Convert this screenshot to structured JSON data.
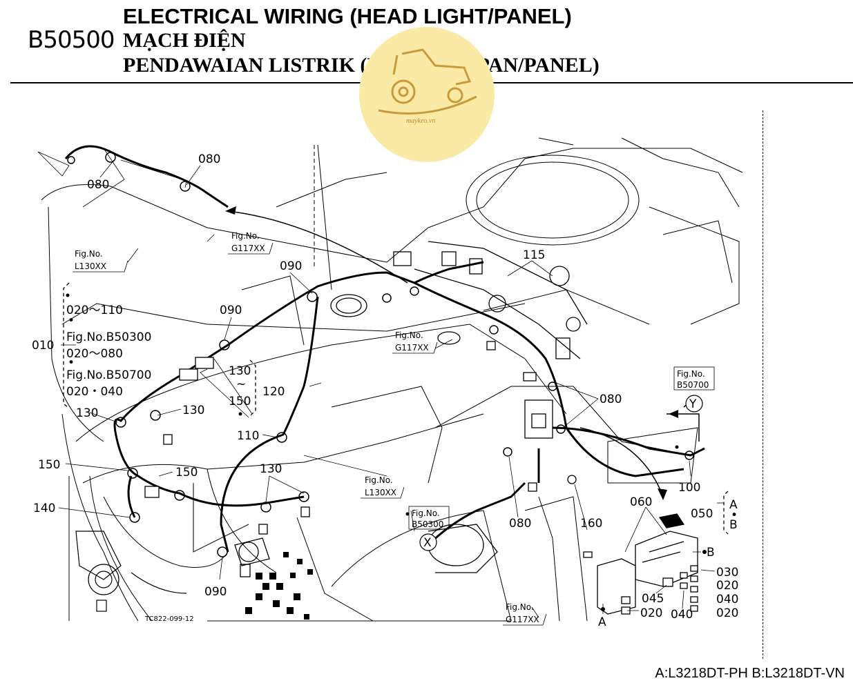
{
  "header": {
    "code": "B50500",
    "title_en": "ELECTRICAL WIRING (HEAD LIGHT/PANEL)",
    "title_vn": "MẠCH ĐIỆN",
    "title_id": "PENDAWAIAN LISTRIK (LAMPU DEPAN/PANEL)"
  },
  "watermark": {
    "text": "maykeo.vn",
    "color": "#fbe9a6"
  },
  "figrefs": {
    "g117_top": {
      "a": "Fig.No.",
      "b": "G117XX"
    },
    "l130_top": {
      "a": "Fig.No.",
      "b": "L130XX"
    },
    "g117_mid": {
      "a": "Fig.No.",
      "b": "G117XX"
    },
    "b50700": {
      "a": "Fig.No.",
      "b": "B50700"
    },
    "l130_mid": {
      "a": "Fig.No.",
      "b": "L130XX"
    },
    "b50300": {
      "a": "Fig.No.",
      "b": "B50300"
    },
    "g117_bot": {
      "a": "Fig.No.",
      "b": "G117XX"
    }
  },
  "group010": {
    "label": "010",
    "line1": "020～110",
    "line2": "Fig.No.B50300",
    "line3": "020～080",
    "line4": "Fig.No.B50700",
    "line5": "020・040"
  },
  "range130": {
    "top": "130",
    "mid": "~",
    "bot": "150",
    "label": "120"
  },
  "marks": {
    "X": "X",
    "Y": "Y",
    "A": "A",
    "B": "B",
    "dot": "•"
  },
  "variant": {
    "label": "050",
    "a": "A",
    "dot": "•",
    "b": "B"
  },
  "parts": {
    "p080_a": "080",
    "p080_b": "080",
    "p090_a": "090",
    "p090_b": "090",
    "p090_c": "090",
    "p115": "115",
    "p130_a": "130",
    "p130_b": "130",
    "p130_c": "130",
    "p110": "110",
    "p150_a": "150",
    "p150_b": "150",
    "p140": "140",
    "p080_c": "080",
    "p080_d": "080",
    "p100": "100",
    "p160": "160",
    "p060": "060",
    "p045": "045",
    "p030": "030",
    "p020_a": "020",
    "p020_b": "020",
    "p020_c": "020",
    "p040_a": "040",
    "p040_b": "040"
  },
  "drawing_code": "TC822-099-12",
  "footer": "A:L3218DT-PH B:L3218DT-VN"
}
